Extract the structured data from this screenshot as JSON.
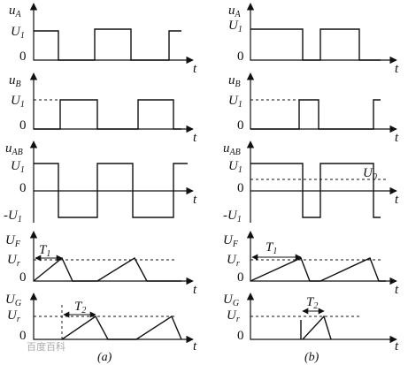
{
  "panels": {
    "a": {
      "caption": "(a)"
    },
    "b": {
      "caption": "(b)"
    }
  },
  "labels": {
    "uA": "u",
    "uA_sub": "A",
    "uB": "u",
    "uB_sub": "B",
    "uAB": "u",
    "uAB_sub": "AB",
    "UF": "U",
    "UF_sub": "F",
    "UG": "U",
    "UG_sub": "G",
    "U1": "U",
    "U1_sub": "1",
    "negU1": "-U",
    "negU1_sub": "1",
    "Ur": "U",
    "Ur_sub": "r",
    "T1": "T",
    "T1_sub": "1",
    "T2": "T",
    "T2_sub": "2",
    "U0": "U",
    "U0_sub": "0",
    "zero": "0",
    "t": "t"
  },
  "watermark": "百度百科"
}
